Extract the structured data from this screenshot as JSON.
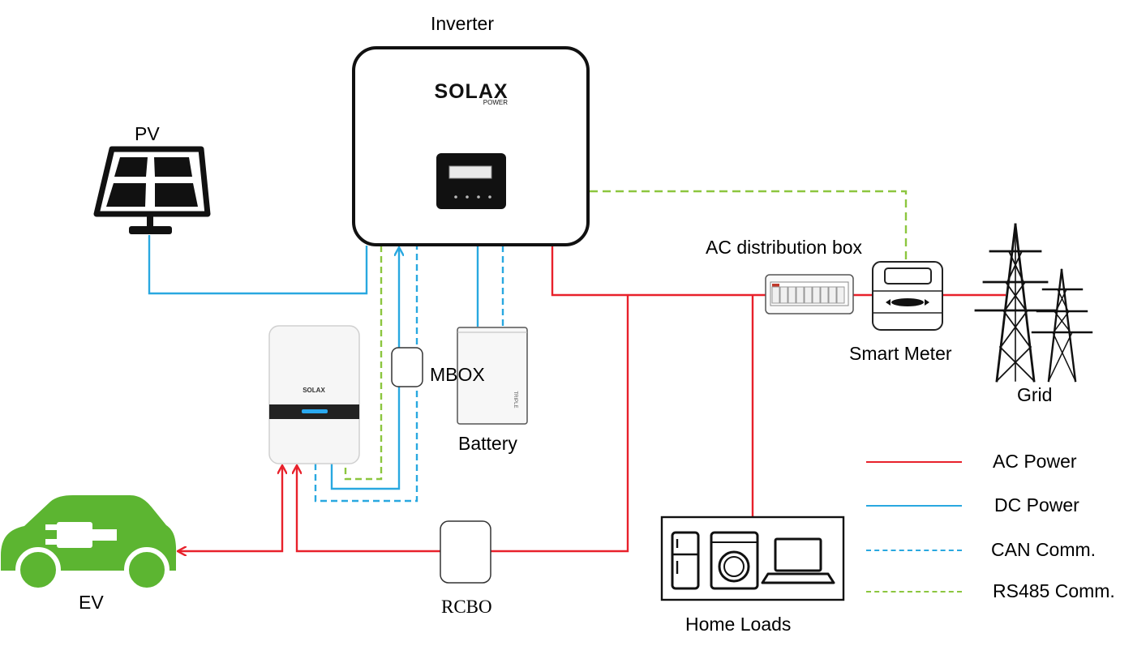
{
  "labels": {
    "inverter": "Inverter",
    "pv": "PV",
    "ac_distribution_box": "AC distribution box",
    "mbox": "MBOX",
    "battery": "Battery",
    "smart_meter": "Smart Meter",
    "grid": "Grid",
    "ev": "EV",
    "rcbo": "RCBO",
    "home_loads": "Home Loads"
  },
  "brand": {
    "inverter_logo": "SOLAX",
    "inverter_logo_sub": "POWER",
    "charger_logo": "SOLAX",
    "battery_side_text": "TRIPLE"
  },
  "legend": [
    {
      "label": "AC Power",
      "color": "#e8212b",
      "style": "solid"
    },
    {
      "label": "DC Power",
      "color": "#29a8e0",
      "style": "solid"
    },
    {
      "label": "CAN Comm.",
      "color": "#29a8e0",
      "style": "dashed"
    },
    {
      "label": "RS485 Comm.",
      "color": "#8cc63f",
      "style": "dashed"
    }
  ],
  "colors": {
    "ac": "#e8212b",
    "dc": "#29a8e0",
    "can": "#29a8e0",
    "rs485": "#8cc63f",
    "ev_green": "#5cb531"
  },
  "icons": {
    "pv": "solar-panel-icon",
    "inverter": "inverter-device-icon",
    "charger": "ev-charger-icon",
    "mbox": "mbox-device-icon",
    "battery": "battery-unit-icon",
    "ac_box": "breaker-box-icon",
    "meter": "smart-meter-icon",
    "grid": "transmission-tower-icon",
    "ev": "electric-car-icon",
    "rcbo": "rcbo-device-icon",
    "home_loads": [
      "fridge-icon",
      "washing-machine-icon",
      "laptop-icon"
    ]
  }
}
